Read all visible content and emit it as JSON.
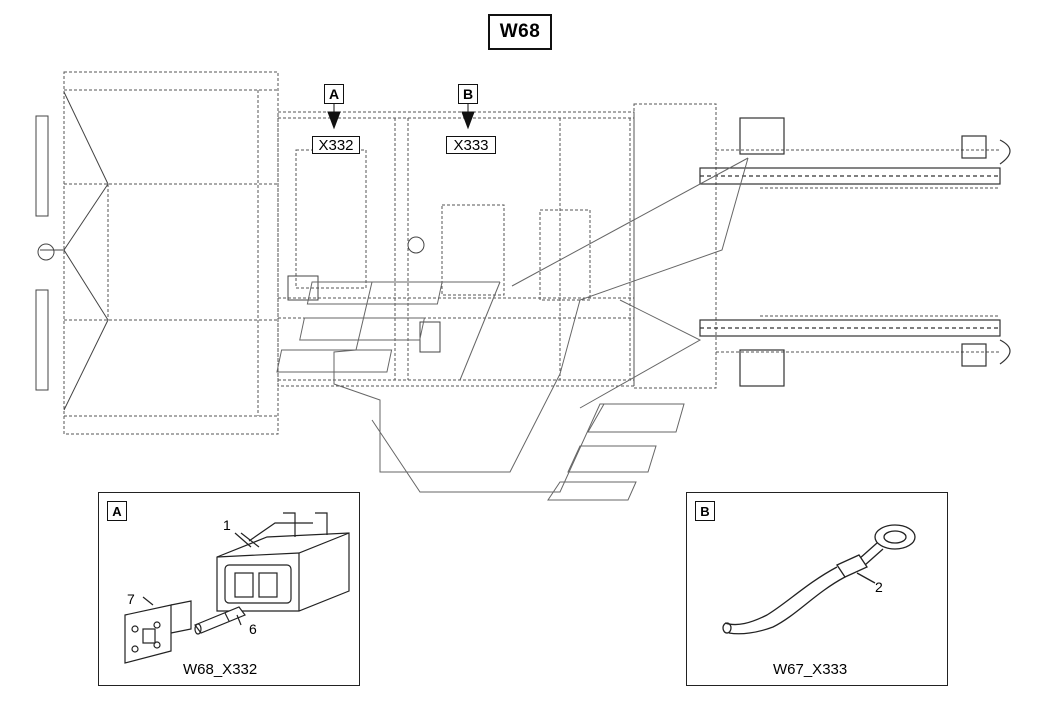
{
  "title": "W68",
  "callouts": [
    {
      "letter": "A",
      "connector": "X332"
    },
    {
      "letter": "B",
      "connector": "X333"
    }
  ],
  "detail_a": {
    "letter": "A",
    "caption": "W68_X332",
    "parts": [
      "1",
      "7",
      "6"
    ]
  },
  "detail_b": {
    "letter": "B",
    "caption": "W67_X333",
    "parts": [
      "2"
    ]
  }
}
